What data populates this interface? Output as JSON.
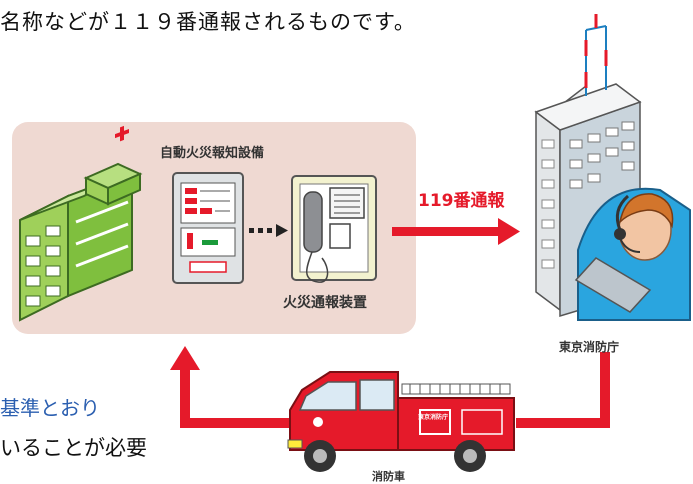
{
  "texts": {
    "top_line": "名称などが１１９番通報されるものです。",
    "bottom_line_1": "基準とおり",
    "bottom_line_2": "いることが必要"
  },
  "labels": {
    "panel_title": "自動火災報知設備",
    "device": "火災通報装置",
    "call": "119番通報",
    "station": "東京消防庁",
    "truck": "消防車",
    "truck_side": "東京消防庁"
  },
  "colors": {
    "panel": "#efd9d2",
    "arrow": "#e51a2a",
    "building": "#8cc24a",
    "device": "#f3f2cf",
    "truck": "#e51a2a"
  }
}
